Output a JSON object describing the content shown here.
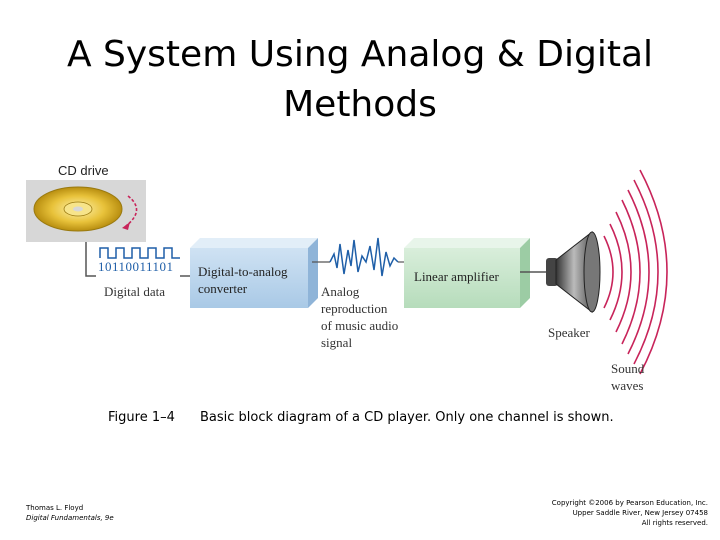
{
  "slide": {
    "title_line1": "A System Using Analog & Digital",
    "title_line2": "Methods"
  },
  "diagram": {
    "cd_drive": "CD drive",
    "binary": "10110011101",
    "digital_data": "Digital data",
    "dac_line1": "Digital-to-analog",
    "dac_line2": "converter",
    "analog_lines": [
      "Analog",
      "reproduction",
      "of music audio",
      "signal"
    ],
    "amplifier": "Linear amplifier",
    "speaker": "Speaker",
    "sound_line1": "Sound",
    "sound_line2": "waves"
  },
  "caption": {
    "figure": "Figure 1–4",
    "text": "Basic block diagram of a CD player. Only one channel is shown."
  },
  "footer": {
    "author": "Thomas L. Floyd",
    "book": "Digital Fundamentals, 9e",
    "copyright_line1": "Copyright ©2006 by Pearson Education, Inc.",
    "copyright_line2": "Upper Saddle River, New Jersey 07458",
    "copyright_line3": "All rights reserved."
  },
  "colors": {
    "dac_block": "#b8d4ec",
    "amp_block": "#c8e4cc",
    "signal": "#1f5fa8",
    "waves": "#c8245a",
    "disc": "#e8c23a"
  }
}
